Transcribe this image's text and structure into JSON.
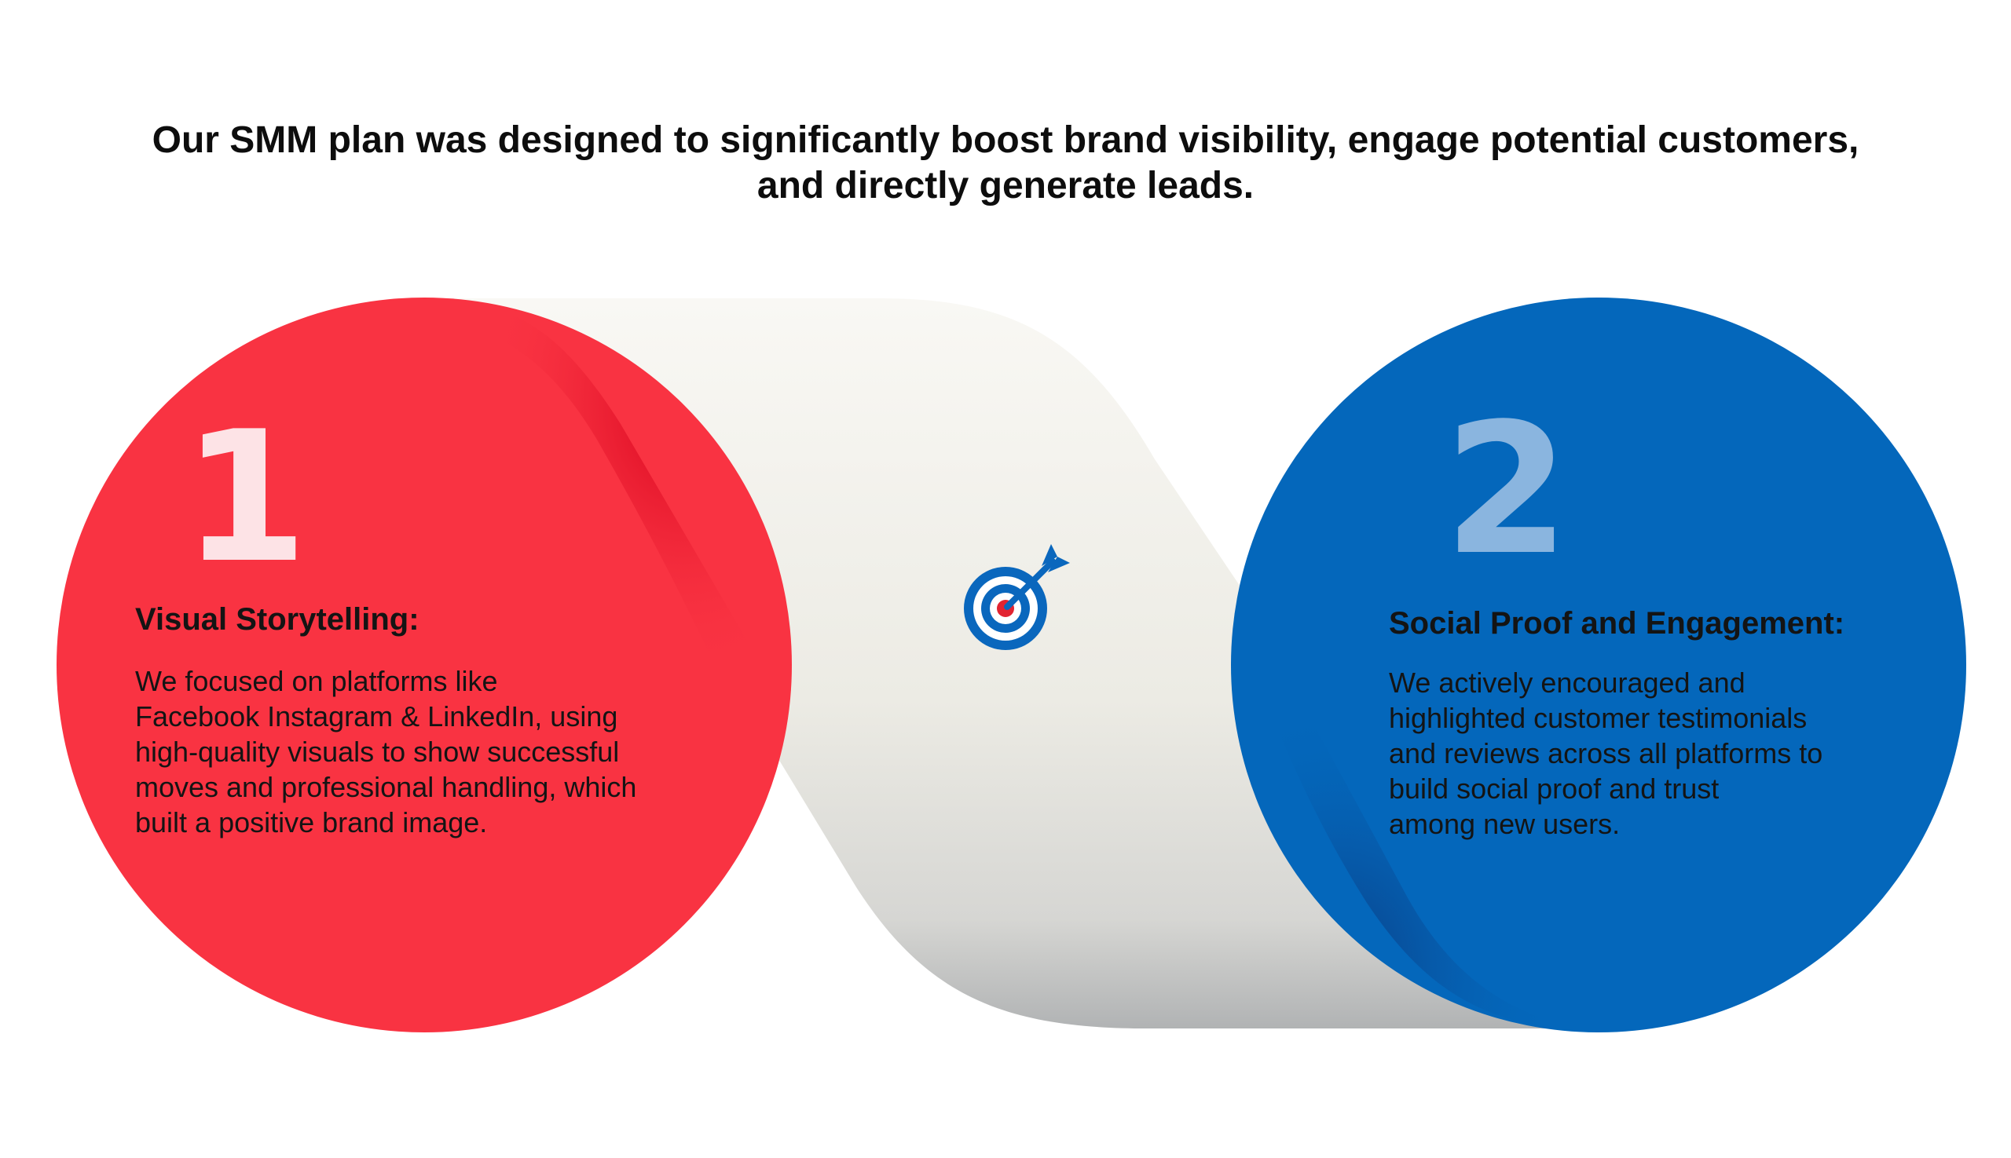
{
  "headline": {
    "line_1": "Our SMM plan was designed to significantly boost brand visibility, engage potential customers,",
    "line_2": "and directly generate leads."
  },
  "steps": [
    {
      "number": "1",
      "title": "Visual Storytelling:",
      "body_lines": [
        "We focused on platforms like",
        "Facebook Instagram & LinkedIn, using",
        "high-quality visuals to show successful",
        "moves and professional handling, which",
        "built a positive brand image."
      ],
      "color": "#f93342"
    },
    {
      "number": "2",
      "title": "Social Proof and Engagement:",
      "body_lines": [
        "We actively encouraged and",
        "highlighted customer testimonials",
        "and reviews across all platforms to",
        "build social proof and trust",
        "among new users."
      ],
      "color": "#0467bb"
    }
  ],
  "center_icon": "target-arrow-icon",
  "colors": {
    "red": "#f93342",
    "blue": "#0467bb",
    "ribbon": "#efeee8",
    "text": "#141414"
  }
}
